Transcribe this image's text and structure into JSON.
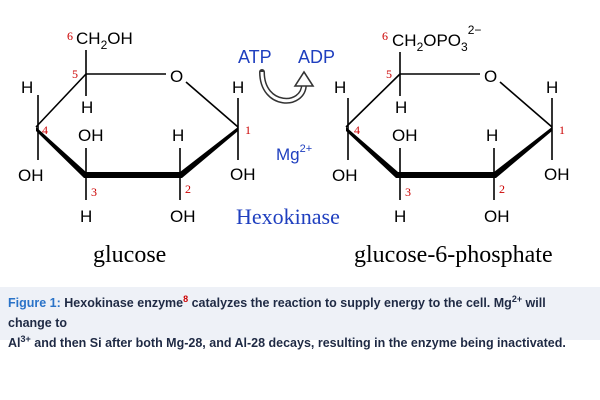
{
  "diagram": {
    "left_molecule": {
      "c6_number": "6",
      "c6_group": "CH",
      "c6_group_sub": "2",
      "c6_group_end": "OH",
      "c5_number": "5",
      "c4_number": "4",
      "c3_number": "3",
      "c2_number": "2",
      "c1_number": "1",
      "ring_oxygen": "O",
      "atoms": {
        "h_left": "H",
        "h_c5_down": "H",
        "oh_c4_top": "OH",
        "h_c2_top": "H",
        "h_c1_top": "H",
        "oh_c4_left": "OH",
        "oh_c1": "OH",
        "h_c3": "H",
        "oh_c2": "OH"
      },
      "name": "glucose"
    },
    "right_molecule": {
      "c6_number": "6",
      "c6_group": "CH",
      "c6_group_sub": "2",
      "c6_group_mid": "OPO",
      "c6_group_sub2": "3",
      "c6_group_charge": "2−",
      "c5_number": "5",
      "c4_number": "4",
      "c3_number": "3",
      "c2_number": "2",
      "c1_number": "1",
      "ring_oxygen": "O",
      "atoms": {
        "h_left": "H",
        "h_c5_down": "H",
        "oh_c4_top": "OH",
        "h_c2_top": "H",
        "h_c1_top": "H",
        "oh_c4_left": "OH",
        "oh_c1": "OH",
        "h_c3": "H",
        "oh_c2": "OH"
      },
      "name": "glucose-6-phosphate"
    },
    "reaction": {
      "atp": "ATP",
      "adp": "ADP",
      "cofactor": "Mg",
      "cofactor_charge": "2+",
      "enzyme": "Hexokinase"
    },
    "colors": {
      "bond": "#000000",
      "bold_bond": "#000000",
      "arrow": "#333333",
      "blue_text": "#1f3fbf",
      "red_number": "#cc0000",
      "caption_bg": "#eef1f7",
      "caption_label": "#2a73c8"
    }
  },
  "caption": {
    "label": "Figure 1:",
    "text_a": "Hexokinase enzyme",
    "ref": "8",
    "text_b": " catalyzes the reaction to supply energy to the cell.  Mg",
    "mg_charge": "2+",
    "text_c": " will change to",
    "al": "Al",
    "al_charge": "3+",
    "text_d": " and then Si after both Mg-28, and Al-28 decays, resulting in the enzyme being inactivated."
  }
}
